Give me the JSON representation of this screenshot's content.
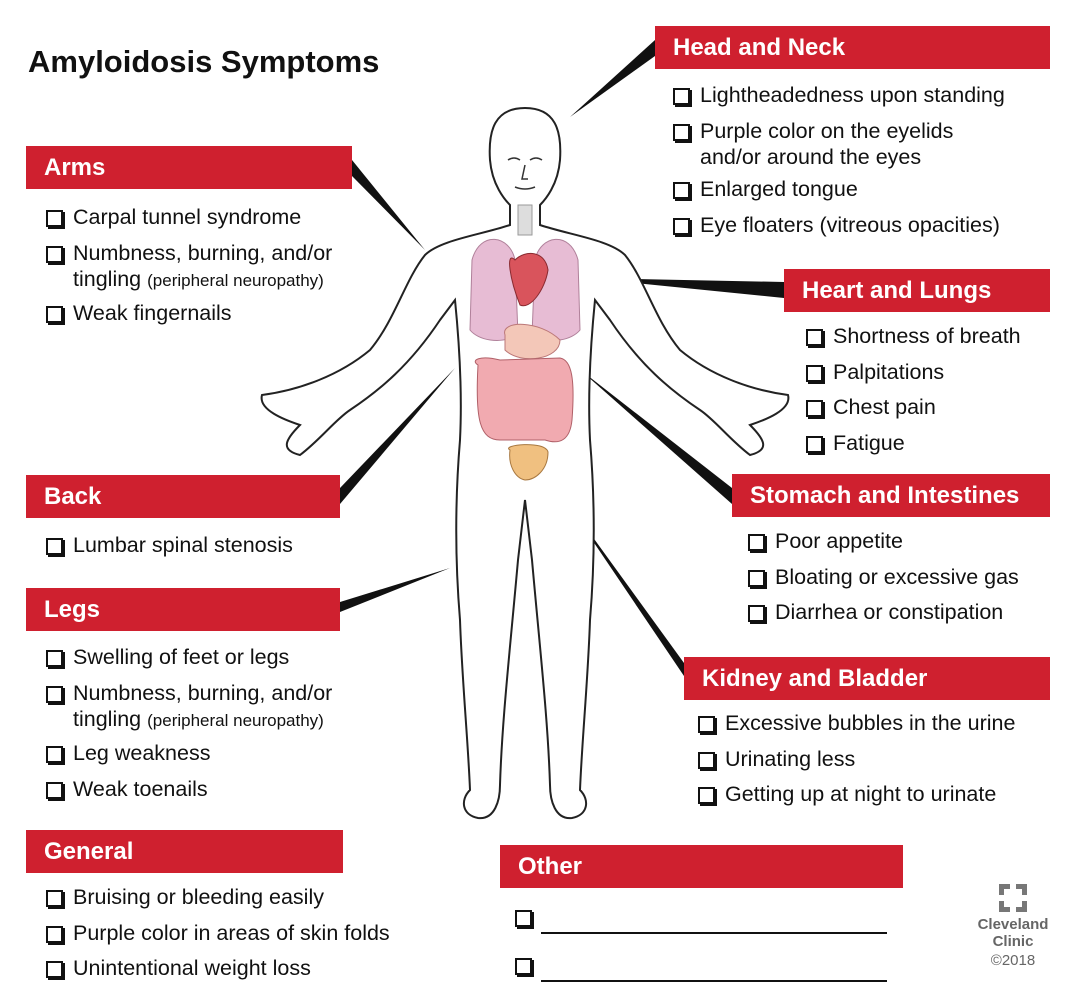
{
  "title": "Amyloidosis Symptoms",
  "sections": {
    "arms": {
      "label": "Arms",
      "items": [
        "Carpal tunnel syndrome",
        "Numbness, burning, and/or",
        "tingling",
        "(peripheral neuropathy)",
        "Weak fingernails"
      ]
    },
    "back": {
      "label": "Back",
      "items": [
        "Lumbar spinal stenosis"
      ]
    },
    "legs": {
      "label": "Legs",
      "items": [
        "Swelling of feet or legs",
        "Numbness, burning, and/or",
        "tingling",
        "(peripheral neuropathy)",
        "Leg weakness",
        "Weak toenails"
      ]
    },
    "general": {
      "label": "General",
      "items": [
        "Bruising or bleeding easily",
        "Purple color in areas of skin folds",
        "Unintentional weight loss"
      ]
    },
    "head": {
      "label": "Head and Neck",
      "items": [
        "Lightheadedness upon standing",
        "Purple color on the eyelids",
        "and/or around the eyes",
        "Enlarged tongue",
        "Eye floaters (vitreous opacities)"
      ]
    },
    "heart": {
      "label": "Heart and Lungs",
      "items": [
        "Shortness of breath",
        "Palpitations",
        "Chest pain",
        "Fatigue"
      ]
    },
    "stomach": {
      "label": "Stomach and Intestines",
      "items": [
        "Poor appetite",
        "Bloating or excessive gas",
        "Diarrhea or constipation"
      ]
    },
    "kidney": {
      "label": "Kidney and Bladder",
      "items": [
        "Excessive bubbles in the urine",
        "Urinating less",
        "Getting up at night to urinate"
      ]
    },
    "other": {
      "label": "Other"
    }
  },
  "logo": {
    "name1": "Cleveland",
    "name2": "Clinic",
    "copyright": "©2018"
  },
  "colors": {
    "accent": "#cf202f"
  }
}
